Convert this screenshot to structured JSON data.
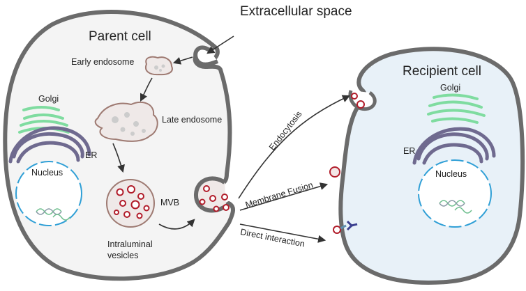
{
  "labels": {
    "extracellular_space": "Extracellular space",
    "parent_cell": "Parent cell",
    "recipient_cell": "Recipient cell",
    "early_endosome": "Early endosome",
    "late_endosome": "Late endosome",
    "mvb": "MVB",
    "intraluminal_vesicles_line1": "Intraluminal",
    "intraluminal_vesicles_line2": "vesicles",
    "golgi_parent": "Golgi",
    "er_parent": "ER",
    "nucleus_parent": "Nucleus",
    "golgi_recipient": "Golgi",
    "er_recipient": "ER",
    "nucleus_recipient": "Nucleus"
  },
  "pathways": {
    "endocytosis": "Endocytosis",
    "membrane_fusion": "Membrane Fusion",
    "direct_interaction": "Direct interaction"
  },
  "colors": {
    "cell_membrane": "#6b6b6b",
    "parent_fill": "#f4f4f4",
    "recipient_fill": "#e8f1f8",
    "endosome_stroke": "#9e7a72",
    "endosome_fill": "#efe9e8",
    "vesicle": "#b11c2a",
    "golgi": "#7fdca0",
    "er": "#6f6a8f",
    "nucleus": "#2f9fd6",
    "dna": "#6fbf8f",
    "receptor": "#3b3f8f"
  }
}
